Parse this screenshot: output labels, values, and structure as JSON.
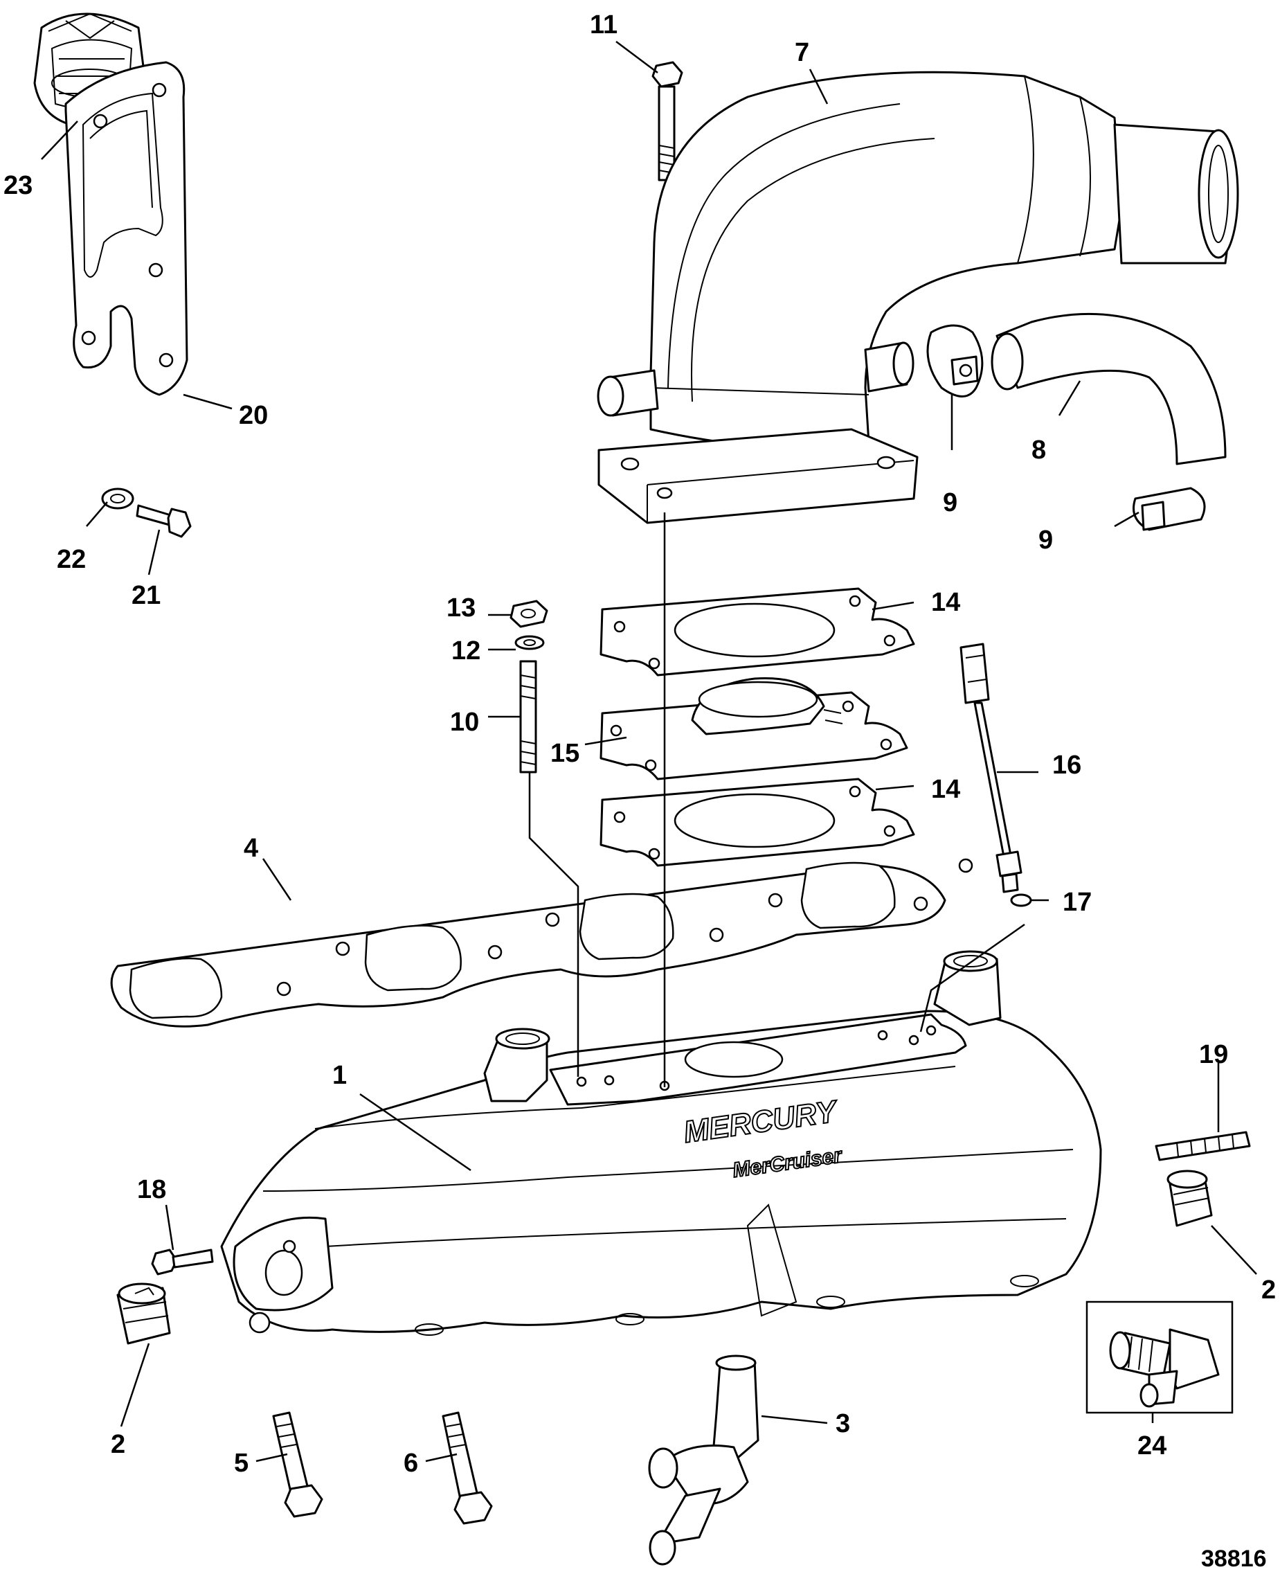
{
  "diagram": {
    "reference_number": "38816",
    "brand_text": "MERCURY",
    "sub_brand_text": "MerCruiser",
    "callouts": {
      "c1": "1",
      "c2a": "2",
      "c2b": "2",
      "c3": "3",
      "c4": "4",
      "c5": "5",
      "c6": "6",
      "c7": "7",
      "c8": "8",
      "c9a": "9",
      "c9b": "9",
      "c10": "10",
      "c11": "11",
      "c12": "12",
      "c13": "13",
      "c14a": "14",
      "c14b": "14",
      "c15": "15",
      "c16": "16",
      "c17": "17",
      "c18": "18",
      "c19": "19",
      "c20": "20",
      "c21": "21",
      "c22": "22",
      "c23": "23",
      "c24": "24"
    }
  }
}
